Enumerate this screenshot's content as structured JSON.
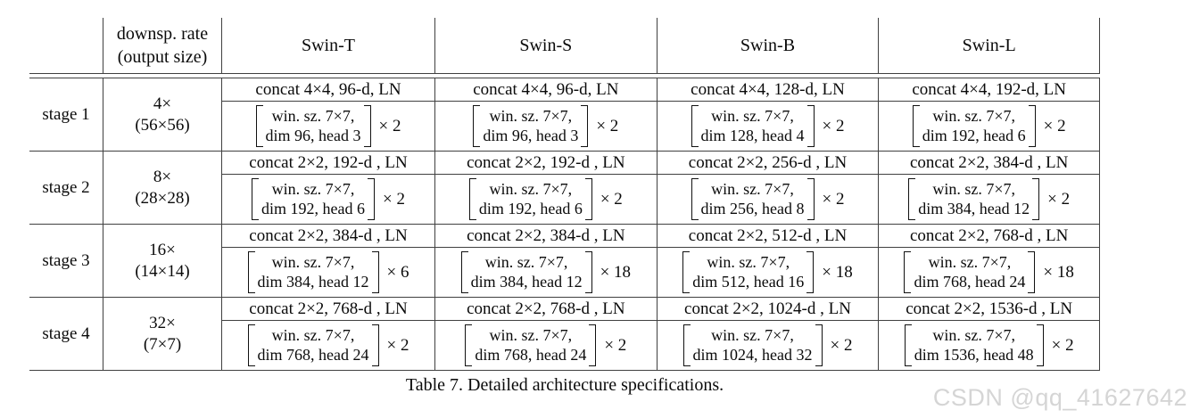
{
  "table": {
    "header": {
      "stage_col": "",
      "downsp_line1": "downsp. rate",
      "downsp_line2": "(output size)",
      "models": [
        "Swin-T",
        "Swin-S",
        "Swin-B",
        "Swin-L"
      ]
    },
    "stages": [
      {
        "label": "stage 1",
        "rate": "4×",
        "output_size": "(56×56)",
        "cells": [
          {
            "concat": "concat 4×4, 96-d, LN",
            "block_line1": "win. sz. 7×7,",
            "block_line2": "dim 96, head 3",
            "mult": "× 2"
          },
          {
            "concat": "concat 4×4, 96-d, LN",
            "block_line1": "win. sz. 7×7,",
            "block_line2": "dim 96, head 3",
            "mult": "× 2"
          },
          {
            "concat": "concat 4×4, 128-d, LN",
            "block_line1": "win. sz. 7×7,",
            "block_line2": "dim 128, head 4",
            "mult": "× 2"
          },
          {
            "concat": "concat 4×4, 192-d, LN",
            "block_line1": "win. sz. 7×7,",
            "block_line2": "dim 192, head 6",
            "mult": "× 2"
          }
        ]
      },
      {
        "label": "stage 2",
        "rate": "8×",
        "output_size": "(28×28)",
        "cells": [
          {
            "concat": "concat 2×2, 192-d , LN",
            "block_line1": "win. sz. 7×7,",
            "block_line2": "dim 192, head 6",
            "mult": "× 2"
          },
          {
            "concat": "concat 2×2, 192-d , LN",
            "block_line1": "win. sz. 7×7,",
            "block_line2": "dim 192, head 6",
            "mult": "× 2"
          },
          {
            "concat": "concat 2×2, 256-d , LN",
            "block_line1": "win. sz. 7×7,",
            "block_line2": "dim 256, head 8",
            "mult": "× 2"
          },
          {
            "concat": "concat 2×2, 384-d , LN",
            "block_line1": "win. sz. 7×7,",
            "block_line2": "dim 384, head 12",
            "mult": "× 2"
          }
        ]
      },
      {
        "label": "stage 3",
        "rate": "16×",
        "output_size": "(14×14)",
        "cells": [
          {
            "concat": "concat 2×2, 384-d , LN",
            "block_line1": "win. sz. 7×7,",
            "block_line2": "dim 384, head 12",
            "mult": "× 6"
          },
          {
            "concat": "concat 2×2, 384-d , LN",
            "block_line1": "win. sz. 7×7,",
            "block_line2": "dim 384, head 12",
            "mult": "× 18"
          },
          {
            "concat": "concat 2×2, 512-d , LN",
            "block_line1": "win. sz. 7×7,",
            "block_line2": "dim 512, head 16",
            "mult": "× 18"
          },
          {
            "concat": "concat 2×2, 768-d , LN",
            "block_line1": "win. sz. 7×7,",
            "block_line2": "dim 768, head 24",
            "mult": "× 18"
          }
        ]
      },
      {
        "label": "stage 4",
        "rate": "32×",
        "output_size": "(7×7)",
        "cells": [
          {
            "concat": "concat 2×2, 768-d , LN",
            "block_line1": "win. sz. 7×7,",
            "block_line2": "dim 768, head 24",
            "mult": "× 2"
          },
          {
            "concat": "concat 2×2, 768-d , LN",
            "block_line1": "win. sz. 7×7,",
            "block_line2": "dim 768, head 24",
            "mult": "× 2"
          },
          {
            "concat": "concat 2×2, 1024-d , LN",
            "block_line1": "win. sz. 7×7,",
            "block_line2": "dim 1024, head 32",
            "mult": "× 2"
          },
          {
            "concat": "concat 2×2, 1536-d , LN",
            "block_line1": "win. sz. 7×7,",
            "block_line2": "dim 1536, head 48",
            "mult": "× 2"
          }
        ]
      }
    ],
    "caption": "Table 7. Detailed architecture specifications."
  },
  "watermark": "CSDN @qq_41627642",
  "colors": {
    "background": "#ffffff",
    "text": "#0a0a0a",
    "line": "#404040",
    "watermark": "#d5d5d5"
  }
}
